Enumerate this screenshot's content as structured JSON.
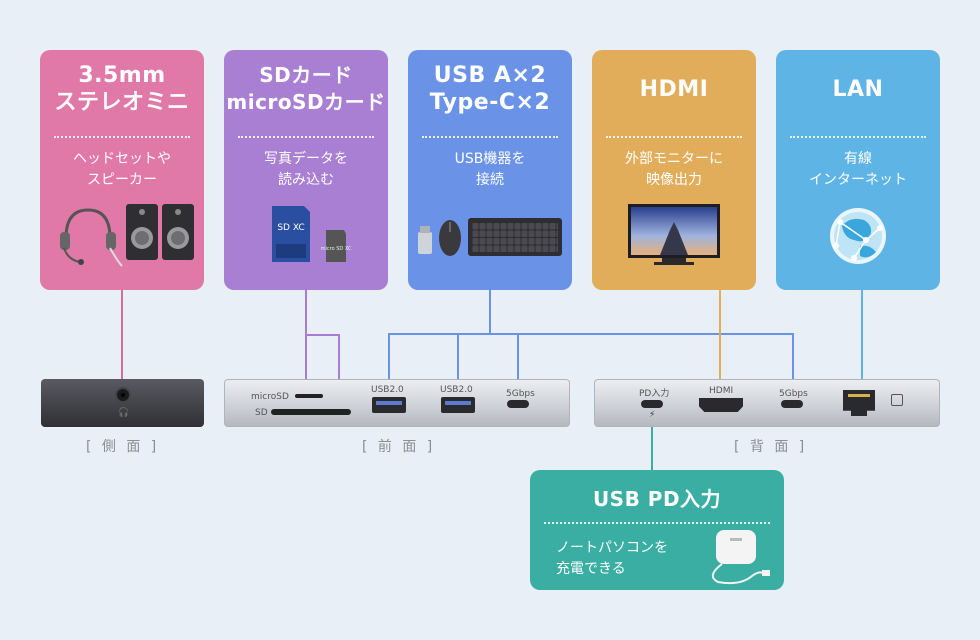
{
  "cards": [
    {
      "id": "audio",
      "title": [
        "3.5mm",
        "ステレオミニ"
      ],
      "desc": [
        "ヘッドセットや",
        "スピーカー"
      ],
      "color": "#e179a8"
    },
    {
      "id": "sd",
      "title": [
        "SDカード",
        "microSDカード"
      ],
      "desc": [
        "写真データを",
        "読み込む"
      ],
      "color": "#a87fd2"
    },
    {
      "id": "usb",
      "title": [
        "USB A×2",
        "Type-C×2"
      ],
      "desc": [
        "USB機器を",
        "接続"
      ],
      "color": "#6a93e8"
    },
    {
      "id": "hdmi",
      "title": [
        "HDMI"
      ],
      "desc": [
        "外部モニターに",
        "映像出力"
      ],
      "color": "#e2ad5b"
    },
    {
      "id": "lan",
      "title": [
        "LAN"
      ],
      "desc": [
        "有線",
        "インターネット"
      ],
      "color": "#5fb4e6"
    }
  ],
  "ports": {
    "micro_sd": "microSD",
    "sd": "SD",
    "usb1": "USB2.0",
    "usb2": "USB2.0",
    "usbc_front": "5Gbps",
    "pd_in": "PD入力",
    "hdmi": "HDMI",
    "usbc_back": "5Gbps",
    "sd_card_text": "SD XC",
    "micro_card_text": "micro SD XC"
  },
  "views": {
    "side": "[ 側 面 ]",
    "front": "[ 前 面 ]",
    "back": "[ 背 面 ]"
  },
  "pd": {
    "title": "USB PD入力",
    "desc": [
      "ノートパソコンを",
      "充電できる"
    ],
    "color": "#3aaea3"
  },
  "line_colors": {
    "audio": "#d46ca3",
    "sd": "#a67dd0",
    "usb": "#6a93e8",
    "hdmi": "#e2ad5b",
    "lan": "#5fb4e6",
    "pd": "#3aaea3"
  }
}
